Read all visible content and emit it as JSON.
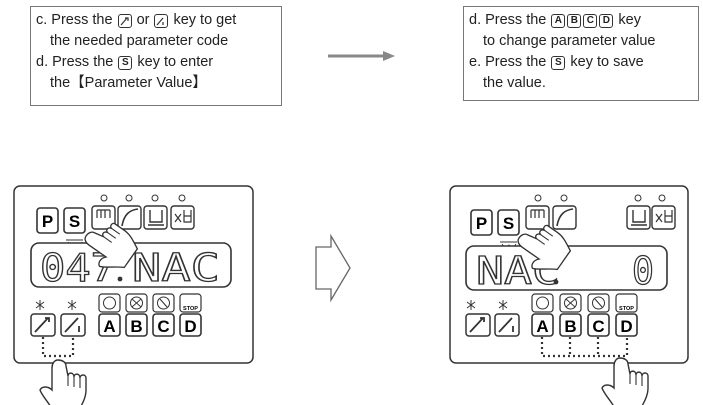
{
  "left_box": {
    "l1_pre": "c. Press the",
    "l1_or": "or",
    "l1_post": "key to get",
    "l2": "the needed parameter code",
    "l3_pre": "d. Press the",
    "l3_key": "S",
    "l3_post": "key to enter",
    "l4": "the【Parameter Value】"
  },
  "right_box": {
    "l1_pre": "d. Press the",
    "keys": [
      "A",
      "B",
      "C",
      "D"
    ],
    "l1_post": "key",
    "l2": "to change parameter value",
    "l3_pre": "e. Press the",
    "l3_key": "S",
    "l3_post": "key to save",
    "l4": "the value."
  },
  "panel_left": {
    "display_digits": "047",
    "display_letters": "NAC",
    "p_key": "P",
    "s_key": "S",
    "letter_keys": [
      "A",
      "B",
      "C",
      "D"
    ],
    "stop_label": "STOP"
  },
  "panel_right": {
    "display_letters": "NAC",
    "display_value": "0",
    "p_key": "P",
    "s_key": "S",
    "letter_keys": [
      "A",
      "B",
      "C",
      "D"
    ],
    "stop_label": "STOP"
  },
  "colors": {
    "line": "#333333",
    "arrow_fill": "#cccccc"
  },
  "icons": [
    "right-arrow-icon",
    "hollow-right-arrow-icon",
    "pointing-hand-icon",
    "up-key-icon",
    "down-key-icon"
  ]
}
